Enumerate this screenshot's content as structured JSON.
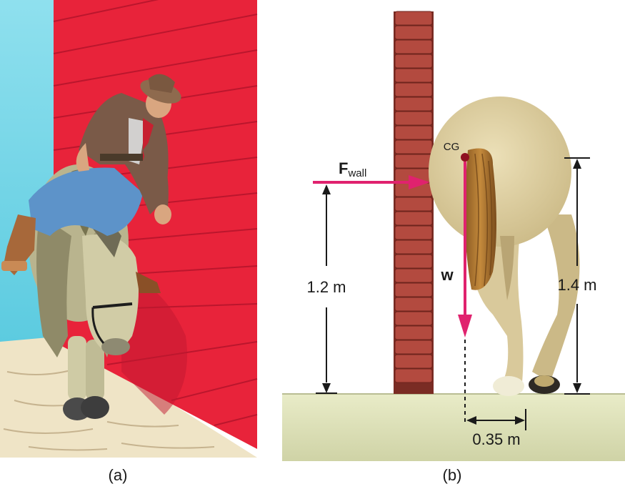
{
  "panels": {
    "a": {
      "caption": "(a)"
    },
    "b": {
      "caption": "(b)",
      "force_label": "F",
      "force_subscript": "wall",
      "cg_label": "CG",
      "weight_label": "w",
      "height_force": "1.2 m",
      "height_cg": "1.4 m",
      "horizontal_distance": "0.35 m"
    }
  },
  "colors": {
    "wall_red": "#e8233a",
    "brick": "#b34a3f",
    "arrow_pink": "#e0226e",
    "horse_tan": "#d8c89a",
    "ground": "#d9dcb8",
    "sky": "#7fd6e6"
  }
}
